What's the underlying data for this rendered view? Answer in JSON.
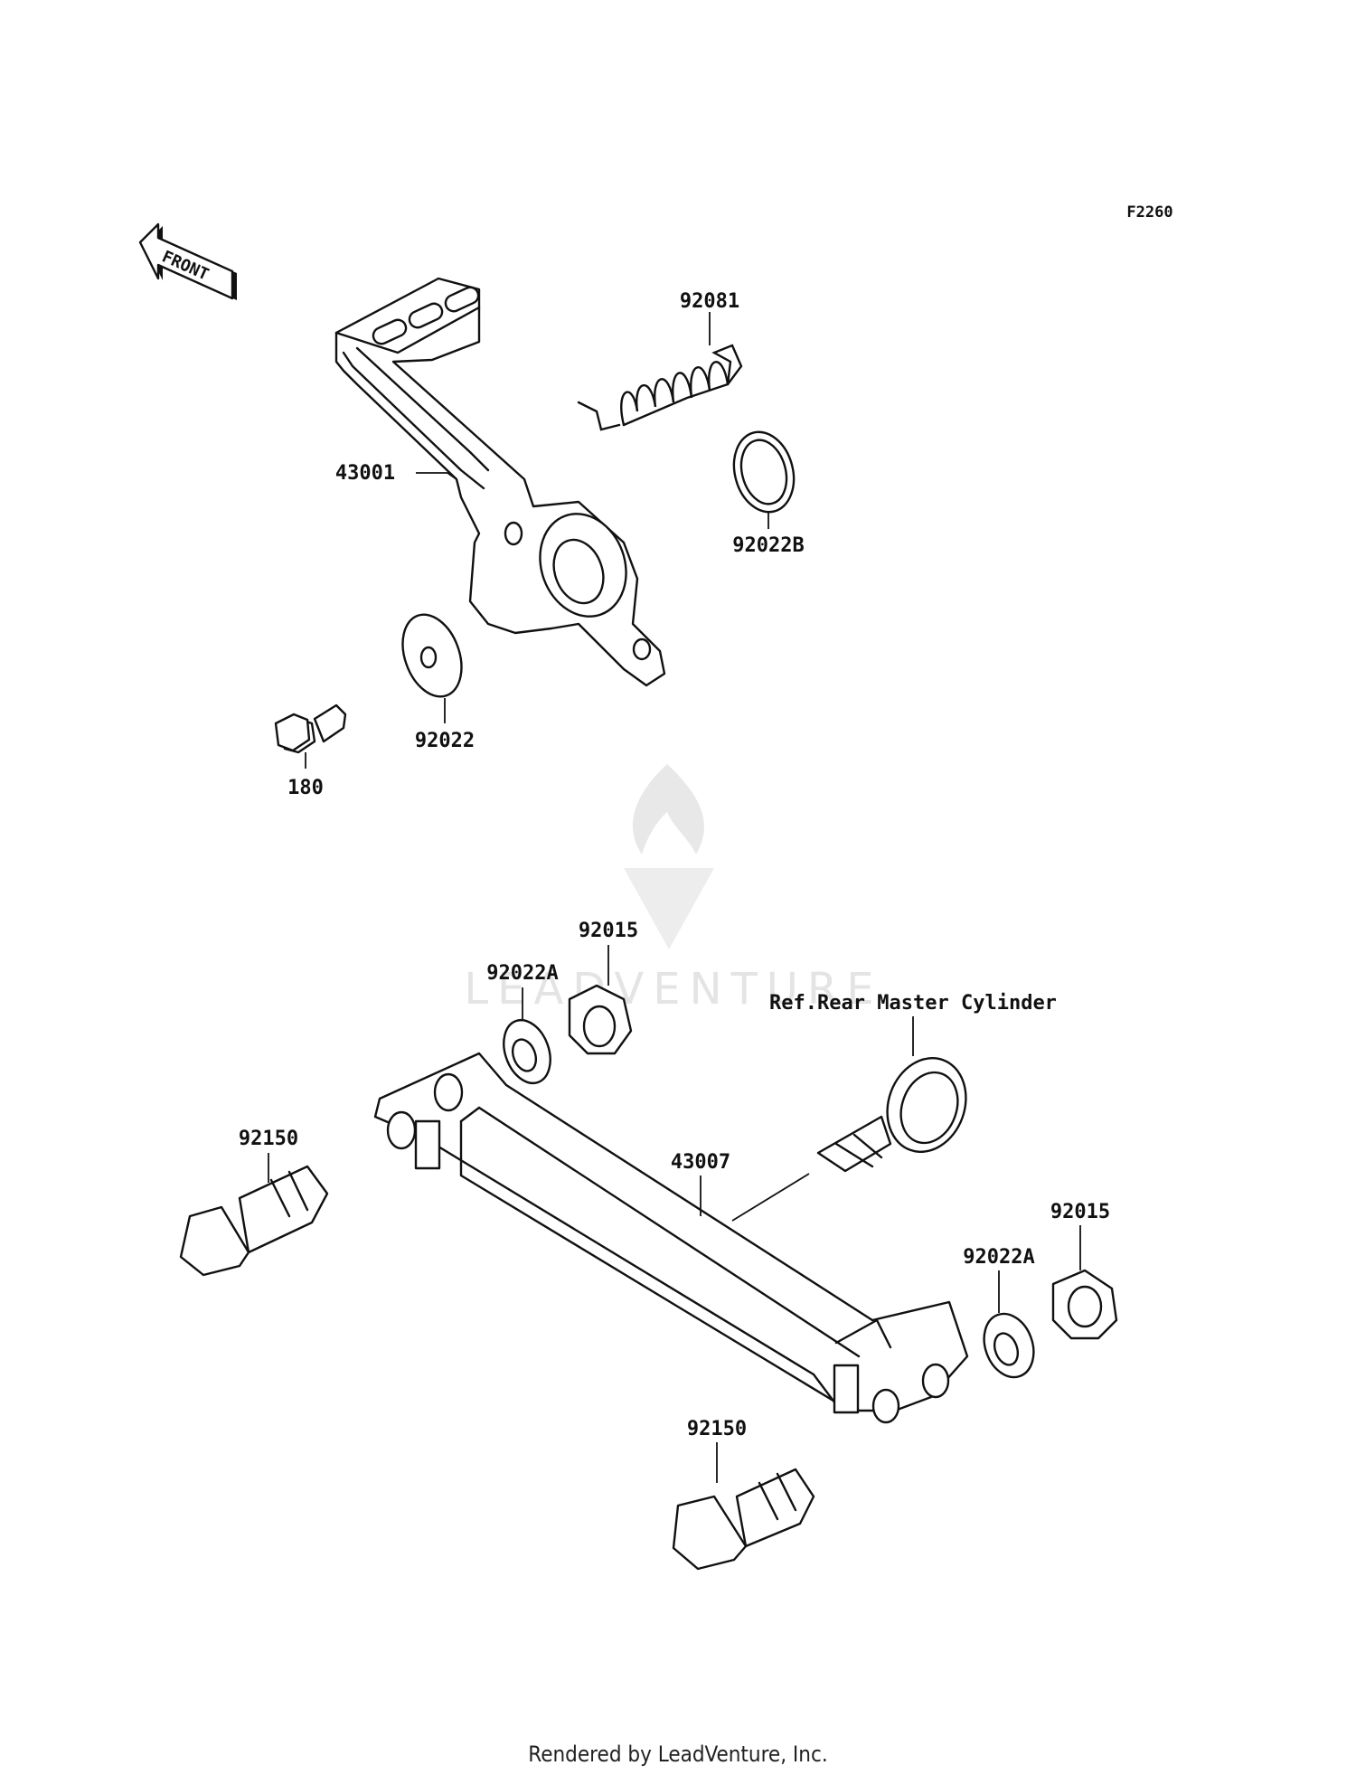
{
  "diagram": {
    "code": "F2260",
    "front_label": "FRONT",
    "watermark": "LEADVENTURE",
    "parts": {
      "brake_pedal": "43001",
      "spring": "92081",
      "washer_b": "92022B",
      "washer": "92022",
      "bolt": "180",
      "nut_top": "92015",
      "washer_a_top": "92022A",
      "rod": "43007",
      "pin_left": "92150",
      "pin_bottom": "92150",
      "washer_a_right": "92022A",
      "nut_right": "92015"
    },
    "reference_label": "Ref.Rear Master Cylinder"
  },
  "footer": {
    "text": "Rendered by LeadVenture, Inc."
  }
}
